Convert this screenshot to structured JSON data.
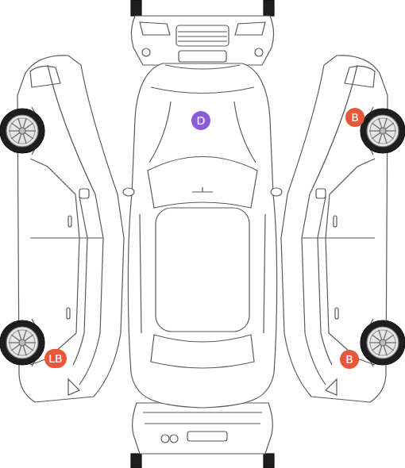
{
  "diagram": {
    "nodes": [
      {
        "text": [
          "D"
        ]
      },
      {
        "text": [
          "B"
        ]
      },
      {
        "text": [
          "LB"
        ]
      },
      {
        "text": [
          "B"
        ]
      }
    ]
  }
}
